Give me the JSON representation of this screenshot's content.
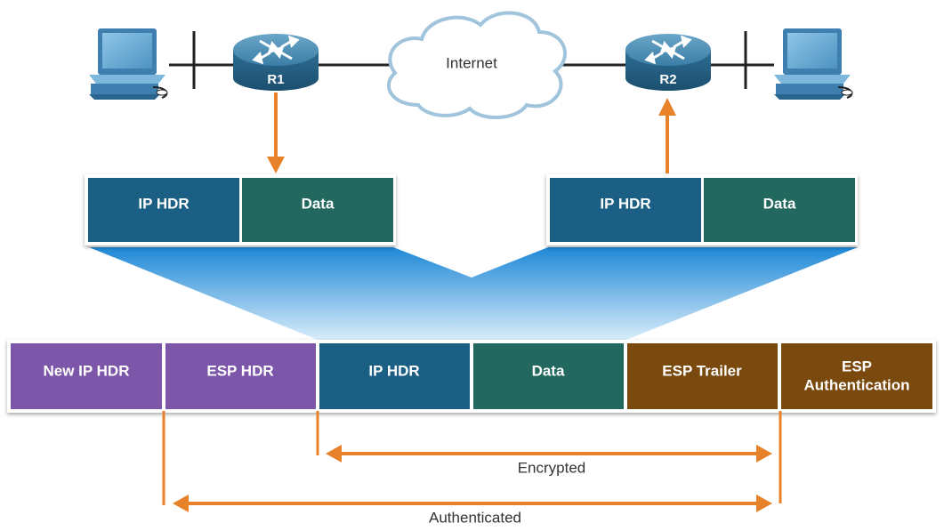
{
  "network": {
    "internet_label": "Internet",
    "router_left": "R1",
    "router_right": "R2"
  },
  "left_packet": {
    "ip_hdr": "IP HDR",
    "data": "Data"
  },
  "right_packet": {
    "ip_hdr": "IP HDR",
    "data": "Data"
  },
  "esp_packet": {
    "new_ip_hdr": "New IP HDR",
    "esp_hdr": "ESP HDR",
    "ip_hdr": "IP HDR",
    "data": "Data",
    "esp_trailer": "ESP Trailer",
    "esp_auth_line1": "ESP",
    "esp_auth_line2": "Authentication"
  },
  "ranges": {
    "encrypted": "Encrypted",
    "authenticated": "Authenticated"
  },
  "colors": {
    "purple": "#7b56a8",
    "blue": "#1f5f84",
    "teal": "#21675f",
    "brown": "#7a4a0b",
    "orange": "#e8822a",
    "router": "#2f6f93"
  }
}
